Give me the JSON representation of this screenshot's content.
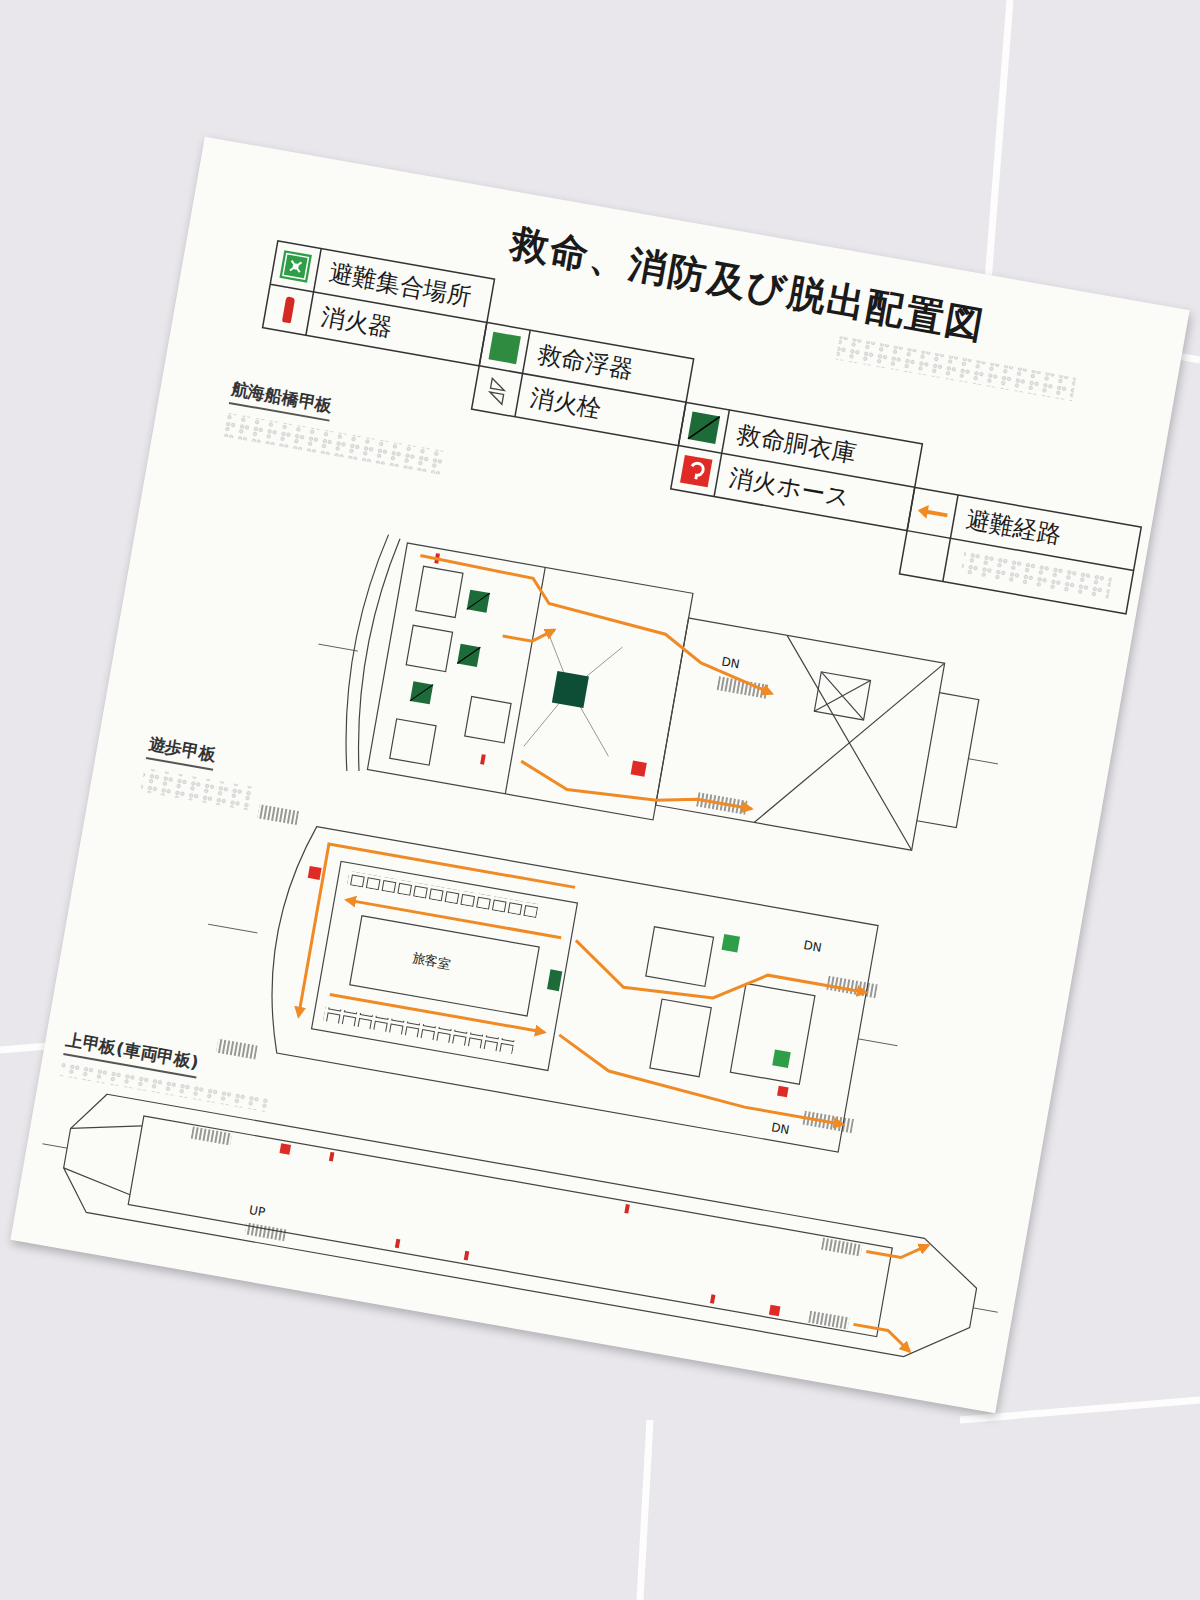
{
  "diagram": {
    "title": "救命、消防及び脱出配置図",
    "labels": [
      "航海船橋甲板",
      "遊歩甲板",
      "上甲板(車両甲板)",
      "DN",
      "旅客室",
      "DN",
      "DN",
      "UP"
    ],
    "legend": [
      {
        "text": "避難集合場所",
        "color": "#2f9e48"
      },
      {
        "text": "消火器",
        "color": "#d42a23"
      },
      {
        "text": "救命浮器",
        "color": "#2e8b3f"
      },
      {
        "text": "消火栓"
      },
      {
        "text": "救命胴衣庫",
        "color": "#1e6b3a"
      },
      {
        "text": "消火ホース",
        "color": "#e02a25"
      },
      {
        "text": "避難経路"
      }
    ]
  }
}
